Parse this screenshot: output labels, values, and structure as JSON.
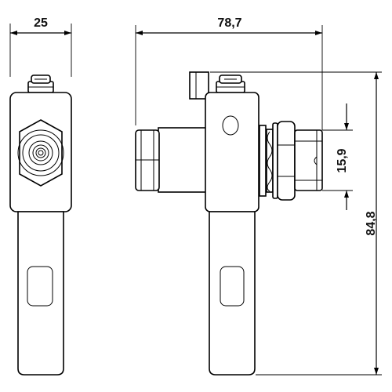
{
  "dimensions": {
    "front_width": "25",
    "side_length": "78,7",
    "thread_diameter": "15,9",
    "total_height": "84,8"
  }
}
